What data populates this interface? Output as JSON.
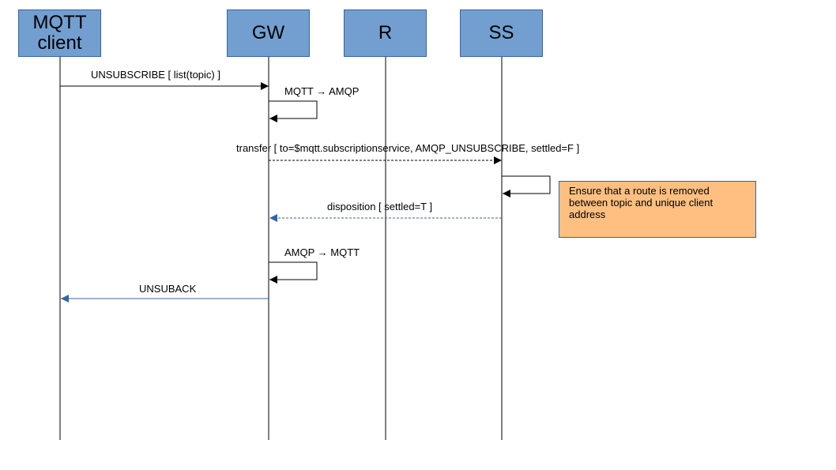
{
  "participants": [
    {
      "label": "MQTT\nclient"
    },
    {
      "label": "GW"
    },
    {
      "label": "R"
    },
    {
      "label": "SS"
    }
  ],
  "messages": [
    {
      "label": "UNSUBSCRIBE [ list(topic) ]",
      "from": "MQTT client",
      "to": "GW",
      "style": "solid"
    },
    {
      "label": "MQTT → AMQP",
      "from": "GW",
      "to": "GW",
      "style": "self"
    },
    {
      "label": "transfer [ to=$mqtt.subscriptionservice, AMQP_UNSUBSCRIBE, settled=F ]",
      "from": "GW",
      "to": "SS",
      "style": "dashed"
    },
    {
      "label": "",
      "from": "SS",
      "to": "SS",
      "style": "self"
    },
    {
      "label": "disposition [ settled=T ]",
      "from": "SS",
      "to": "GW",
      "style": "dashed-return"
    },
    {
      "label": "AMQP → MQTT",
      "from": "GW",
      "to": "GW",
      "style": "self"
    },
    {
      "label": "UNSUBACK",
      "from": "GW",
      "to": "MQTT client",
      "style": "return"
    }
  ],
  "note": {
    "text": "Ensure that a route is removed between topic and unique client address"
  },
  "colors": {
    "participant_fill": "#729fcf",
    "participant_border": "#3465a4",
    "note_fill": "#ffbf80",
    "return_arrow": "#3465a4",
    "line": "#000000"
  }
}
